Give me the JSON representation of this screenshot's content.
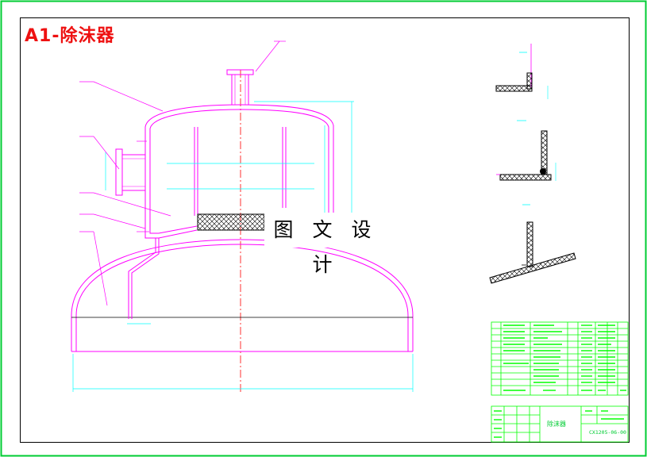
{
  "drawing": {
    "title": "A1-除沫器",
    "watermark": "图 文 设 计",
    "name_in_title_block": "除沫器",
    "drawing_number": "CX1205-06-00"
  },
  "colors": {
    "outer_border": "#00cc33",
    "frame": "#000000",
    "title": "#ee1111",
    "outline": "#ff00ff",
    "dimension": "#00ffff",
    "centerline": "#ff0000",
    "hatch": "#000000"
  },
  "details": [
    {
      "name": "weld-detail-1",
      "kind": "fillet-weld-corner"
    },
    {
      "name": "weld-detail-2",
      "kind": "t-joint-with-weld"
    },
    {
      "name": "weld-detail-3",
      "kind": "slanted-plate-joint"
    }
  ]
}
